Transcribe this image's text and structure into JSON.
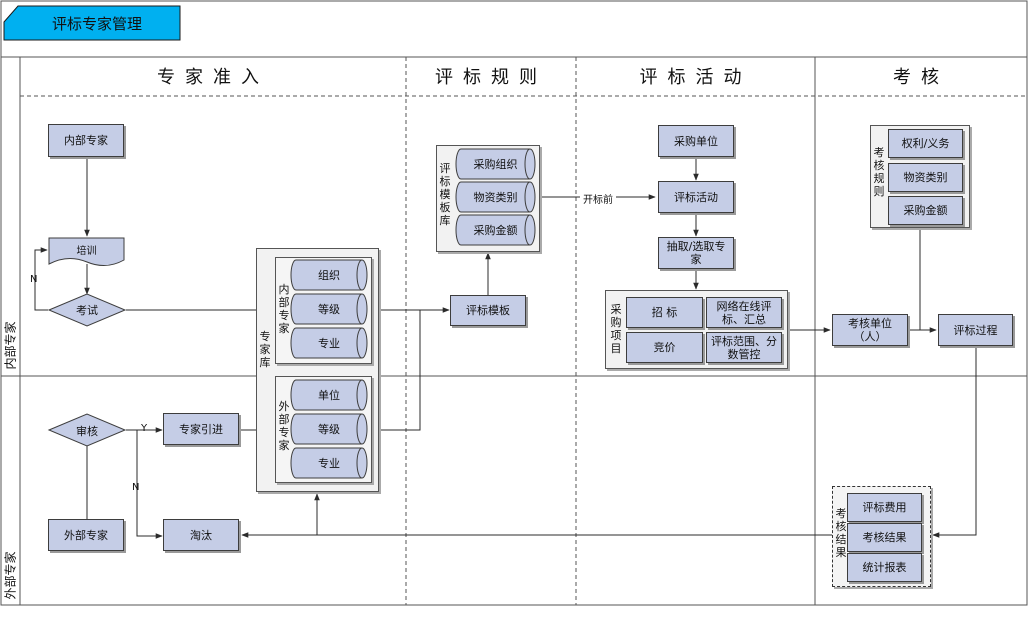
{
  "title": "评标专家管理",
  "lanes": {
    "internal": "内部专家",
    "external": "外部专家"
  },
  "columns": [
    {
      "id": "admission",
      "label": "专家准入"
    },
    {
      "id": "rules",
      "label": "评标规则"
    },
    {
      "id": "activity",
      "label": "评标活动"
    },
    {
      "id": "assessment",
      "label": "考核"
    }
  ],
  "nodes": {
    "internal_expert": "内部专家",
    "training": "培训",
    "exam": "考试",
    "review": "审核",
    "expert_intro": "专家引进",
    "external_expert": "外部专家",
    "eliminate": "淘汰",
    "bid_template": "评标模板",
    "purchase_unit": "采购单位",
    "bid_activity": "评标活动",
    "select_expert": "抽取/选取专家",
    "assess_unit": "考核单位（人）",
    "bid_process": "评标过程"
  },
  "edge_labels": {
    "n": "N",
    "y": "Y",
    "n2": "N",
    "before_open": "开标前"
  },
  "expert_pool": {
    "label": "专家库",
    "internal": {
      "label": "内部专家",
      "items": [
        "组织",
        "等级",
        "专业"
      ]
    },
    "external": {
      "label": "外部专家",
      "items": [
        "单位",
        "等级",
        "专业"
      ]
    }
  },
  "template_lib": {
    "label": "评标模板库",
    "items": [
      "采购组织",
      "物资类别",
      "采购金额"
    ]
  },
  "purchase_project": {
    "label": "采购项目",
    "items": [
      "招 标",
      "网络在线评标、汇总",
      "竞价",
      "评标范围、分数管控"
    ]
  },
  "assess_rules": {
    "label": "考核规则",
    "items": [
      "权利/义务",
      "物资类别",
      "采购金额"
    ]
  },
  "assess_results": {
    "label": "考核结果",
    "items": [
      "评标费用",
      "考核结果",
      "统计报表"
    ]
  },
  "colors": {
    "box_fill": "#c5cde6",
    "title_fill": "#00b0f0",
    "line": "#2b2b2b"
  }
}
